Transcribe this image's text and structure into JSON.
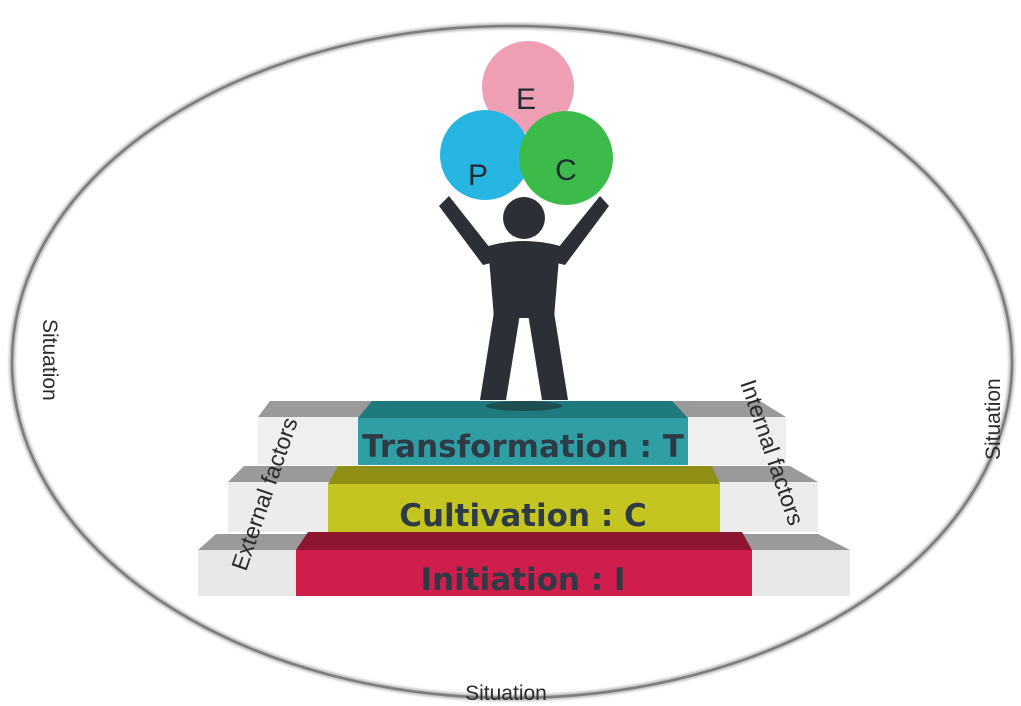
{
  "diagram": {
    "situation_labels": {
      "left": "Situation",
      "right": "Situation",
      "bottom": "Situation"
    },
    "factor_labels": {
      "left": "External factors",
      "right": "Internal factors"
    },
    "balls": [
      {
        "letter": "E",
        "color": "#ef9fb4"
      },
      {
        "letter": "P",
        "color": "#27b5e2"
      },
      {
        "letter": "C",
        "color": "#3dbb4a"
      }
    ],
    "steps": [
      {
        "label": "Transformation : T",
        "color": "#2f9fa5"
      },
      {
        "label": "Cultivation : C",
        "color": "#c4c520"
      },
      {
        "label": "Initiation : I",
        "color": "#d01e4c"
      }
    ],
    "figure_color": "#2c2f36",
    "ellipse_color": "#8a8a8a"
  }
}
